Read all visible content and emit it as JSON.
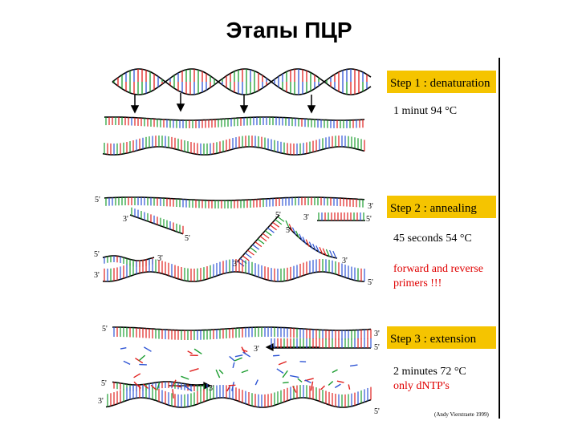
{
  "title": "Этапы ПЦР",
  "colors": {
    "step_box": "#f5c400",
    "note_red": "#e00000",
    "base_colors": [
      "#e0201e",
      "#1a9c2e",
      "#2f55d4",
      "#000000"
    ]
  },
  "steps": [
    {
      "title": "Step 1 : denaturation",
      "lines": [
        "1 minut 94 °C"
      ],
      "notes": []
    },
    {
      "title": "Step 2 : annealing",
      "lines": [
        "45 seconds 54 °C"
      ],
      "notes": [
        "forward and reverse",
        "primers !!!"
      ]
    },
    {
      "title": "Step 3 : extension",
      "lines": [
        "2 minutes 72 °C"
      ],
      "notes": [
        "only dNTP's"
      ]
    }
  ],
  "strand_labels": {
    "five_prime": "5'",
    "three_prime": "3'"
  },
  "credit": "(Andy Vierstraete 1999)"
}
